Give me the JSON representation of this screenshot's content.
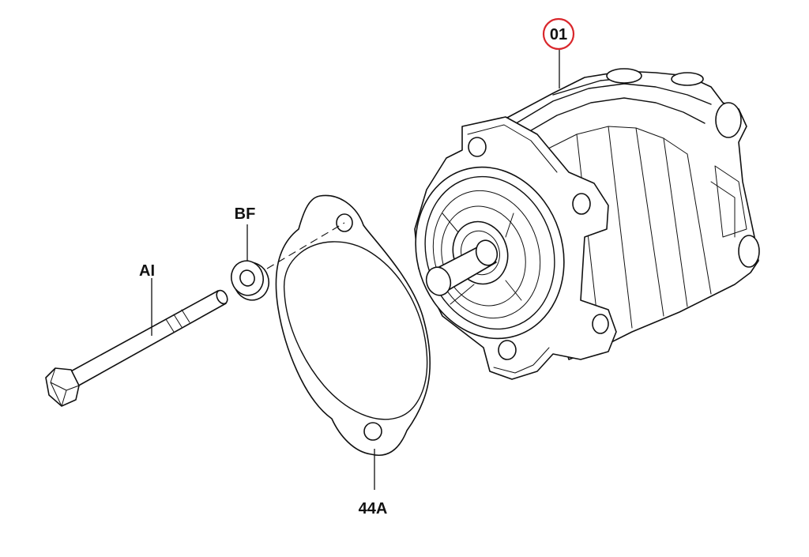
{
  "callouts": {
    "pump": "01",
    "bolt": "AI",
    "washer": "BF",
    "gasket": "44A"
  },
  "colors": {
    "line": "#111111",
    "highlight_ring": "#d9262b",
    "background": "#ffffff"
  }
}
